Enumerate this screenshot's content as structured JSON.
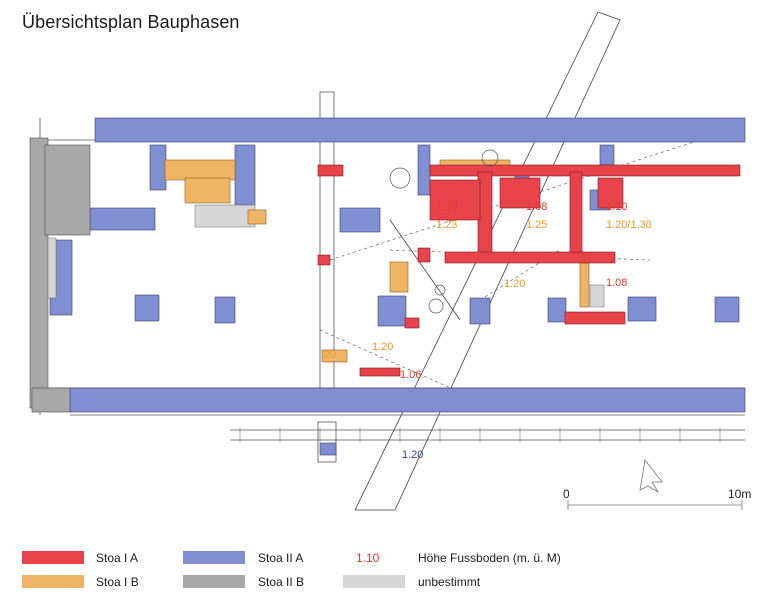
{
  "title": "Übersichtsplan Bauphasen",
  "colors": {
    "stoa_1a": "#e8434a",
    "stoa_1b": "#f0b467",
    "stoa_2a": "#7f8fd2",
    "stoa_2b": "#a8a8a8",
    "unbestimmt": "#d6d6d6",
    "height_red": "#e23a2e",
    "height_orange": "#e89a2c",
    "height_blue": "#2d3f9c"
  },
  "heights": {
    "h1": "1.10",
    "h2": "1.23",
    "h3": "1.08",
    "h4": "1.25",
    "h5": "1.10",
    "h6": "1.20/1.30",
    "h7": "1.20",
    "h8": "1.08",
    "h9": "1.20",
    "h10": "1.06",
    "h11": "1.20",
    "h12": "20"
  },
  "scale": {
    "start": "0",
    "end": "10m"
  },
  "legend": {
    "stoa_1a": "Stoa I A",
    "stoa_1b": "Stoa I B",
    "stoa_2a": "Stoa II A",
    "stoa_2b": "Stoa II B",
    "height_sample": "1.10",
    "height_label": "Höhe Fussboden (m. ü. M)",
    "unbestimmt": "unbestimmt"
  }
}
